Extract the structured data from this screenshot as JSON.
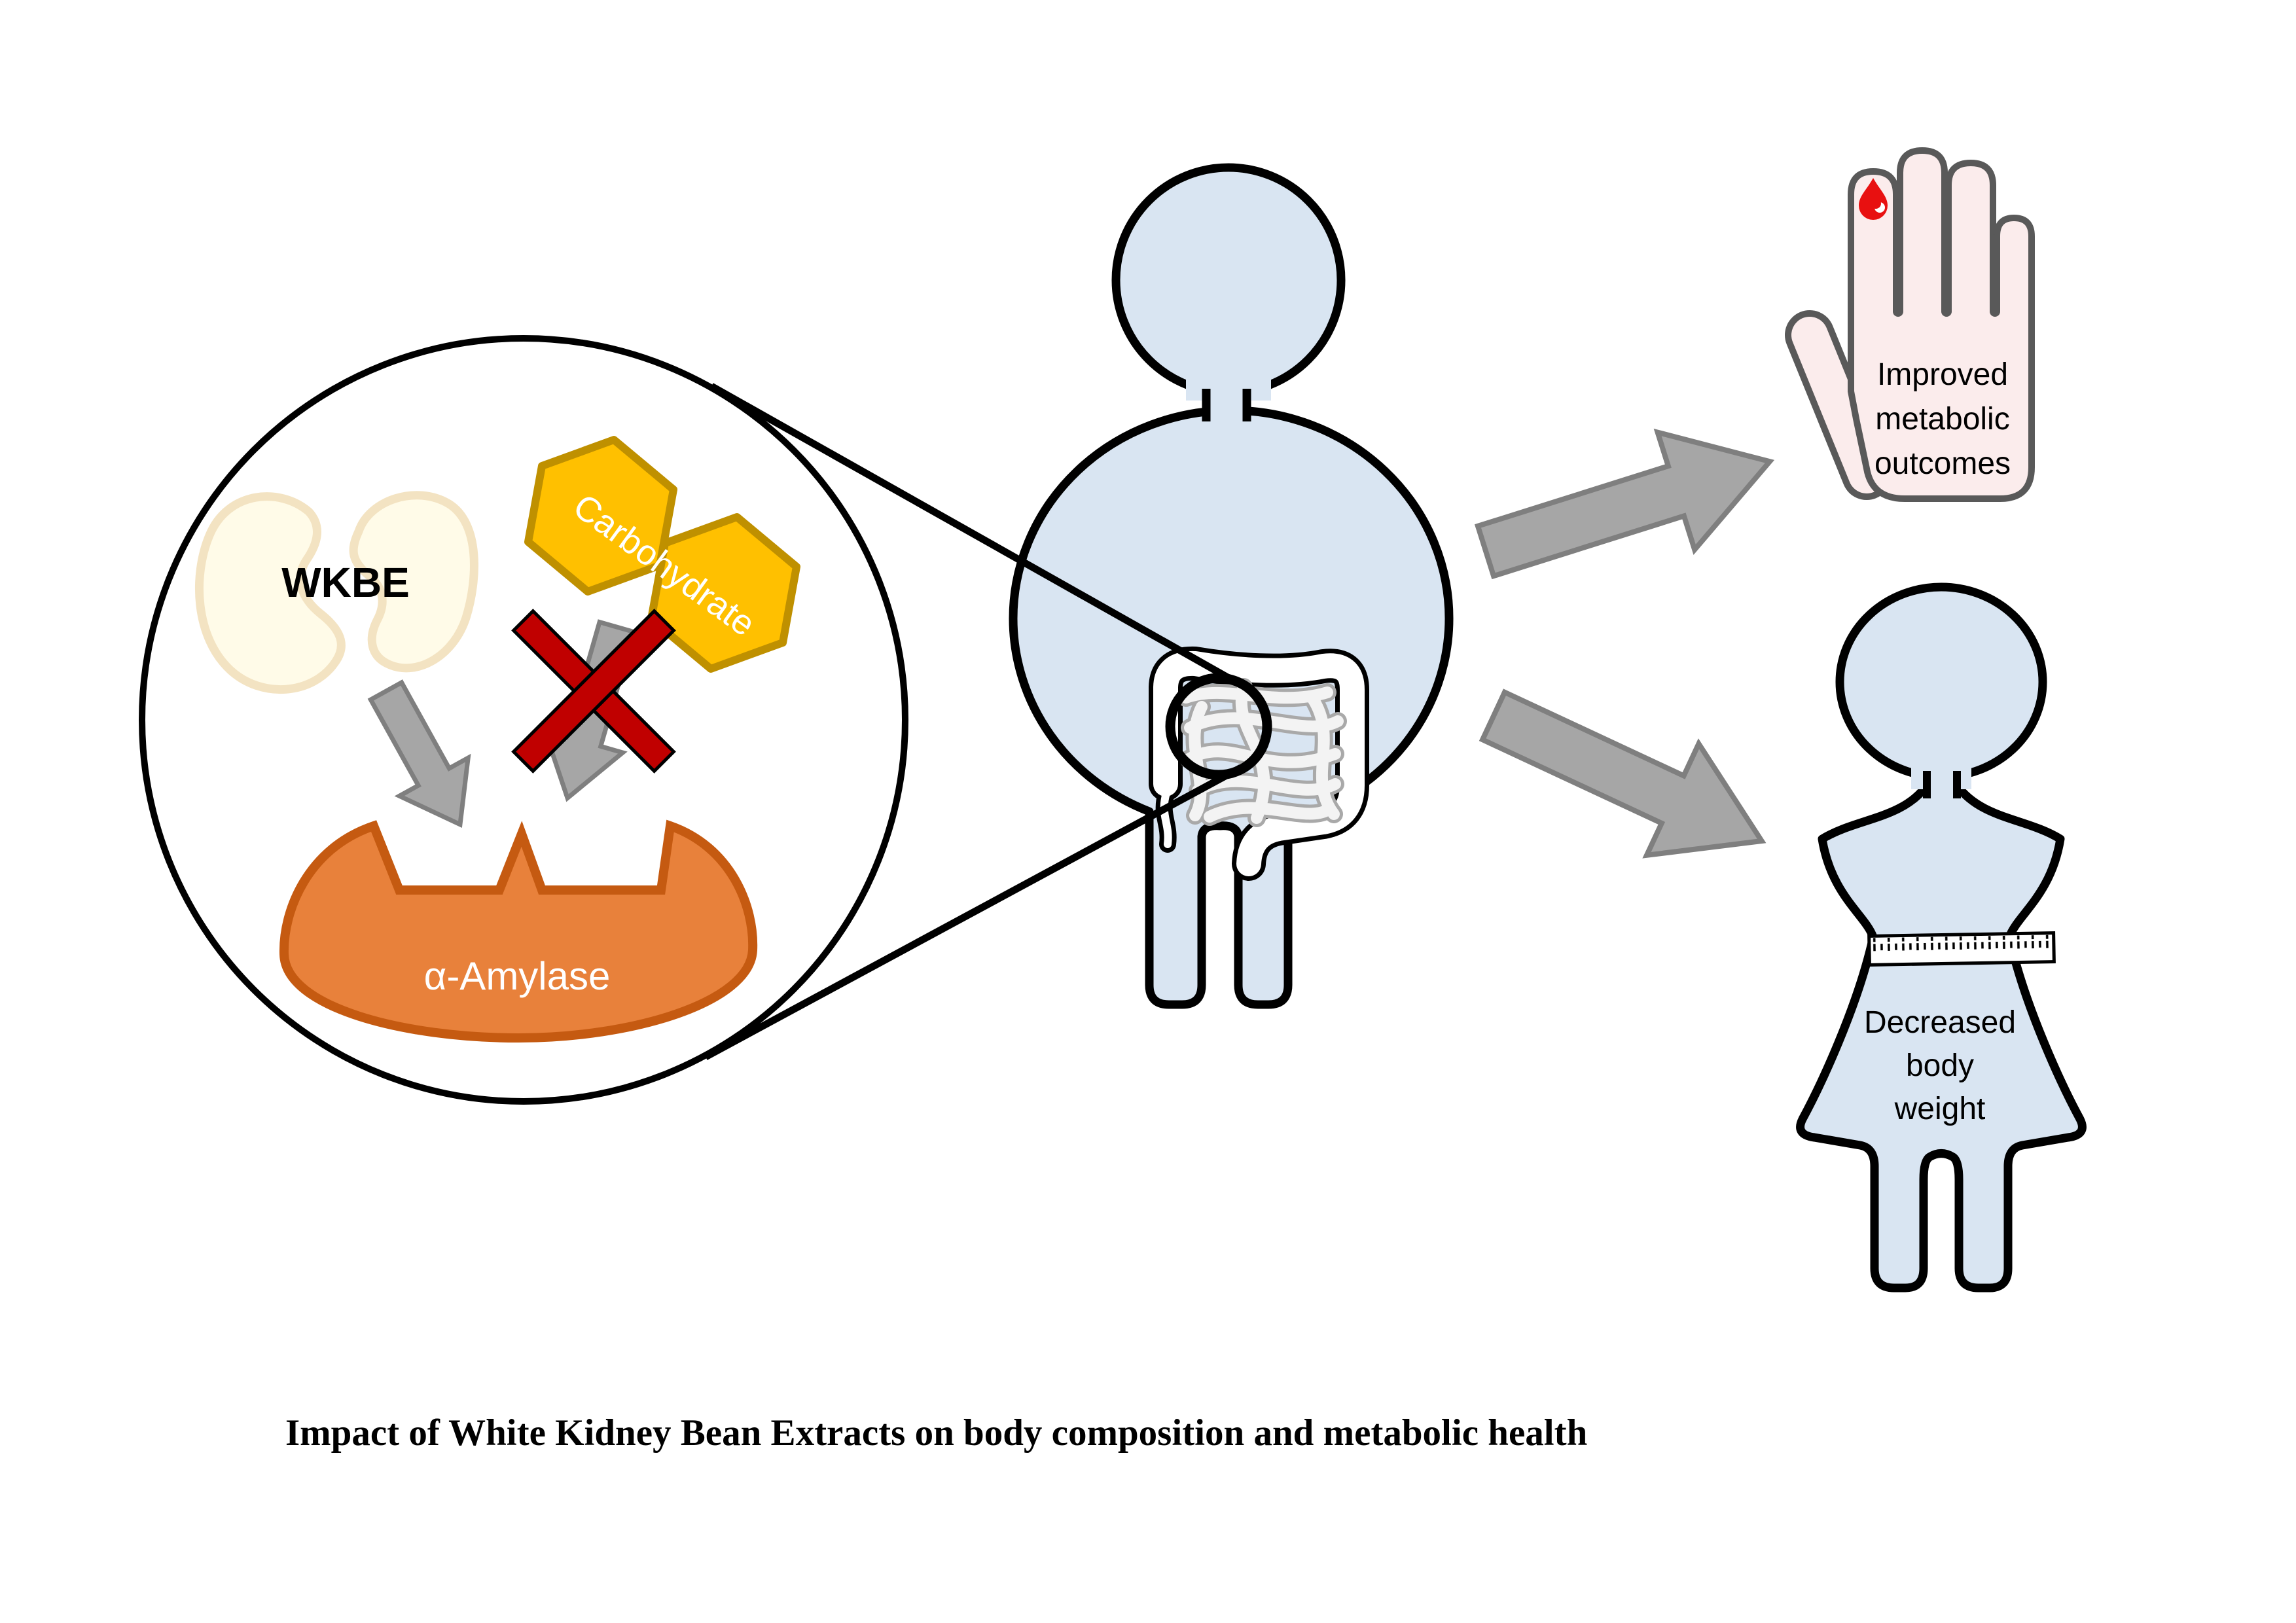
{
  "figure": {
    "caption": "Impact of White Kidney Bean Extracts on body composition and metabolic health",
    "magnified_view": {
      "wkbe_label": "WKBE",
      "carbohydrate_label": "Carbohydrate",
      "amylase_label": "α-Amylase"
    },
    "outcomes": {
      "hand": {
        "line1": "Improved",
        "line2": "metabolic",
        "line3": "outcomes"
      },
      "woman": {
        "line1": "Decreased",
        "line2": "body",
        "line3": "weight"
      }
    },
    "colors": {
      "body_blue": "#d9e5f2",
      "hand_pink": "#fbecec",
      "hexagon_yellow": "#ffc000",
      "hexagon_border": "#bf9000",
      "amylase_orange": "#e8813b",
      "amylase_border": "#c55a11",
      "arrow_gray": "#a6a6a6",
      "arrow_border": "#7f7f7f",
      "cross_red": "#c00000",
      "blood_red": "#e81010",
      "bean_cream": "#fffbe8",
      "bean_border": "#f3e3c2",
      "outline_black": "#000000",
      "hand_outline_gray": "#595959"
    }
  }
}
